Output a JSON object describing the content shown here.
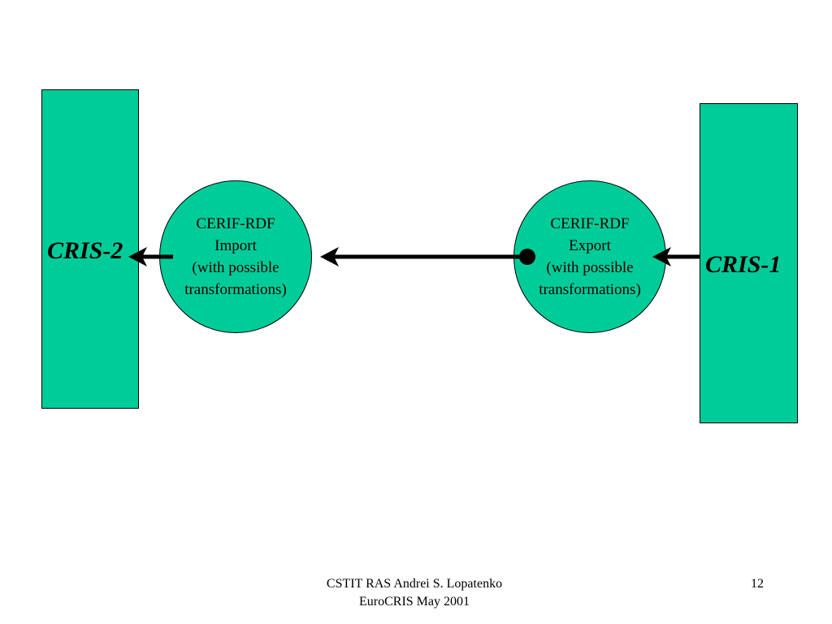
{
  "diagram": {
    "left_system": {
      "label": "CRIS-2"
    },
    "right_system": {
      "label": "CRIS-1"
    },
    "import_node": {
      "lines": [
        "CERIF-RDF",
        "Import",
        "(with possible",
        "transformations)"
      ]
    },
    "export_node": {
      "lines": [
        "CERIF-RDF",
        "Export",
        "(with possible",
        "transformations)"
      ]
    }
  },
  "footer": {
    "line1": "CSTIT RAS Andrei S. Lopatenko",
    "line2": "EuroCRIS May 2001",
    "page_number": "12"
  },
  "colors": {
    "node_fill": "#00cc99",
    "stroke": "#000000",
    "background": "#ffffff"
  }
}
